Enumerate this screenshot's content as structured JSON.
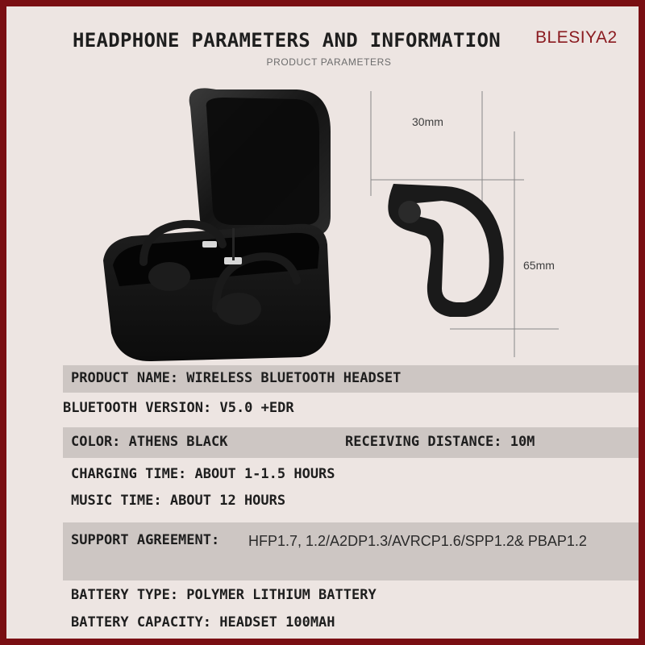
{
  "watermark": "BLESIYA2",
  "header": {
    "title": "HEADPHONE PARAMETERS AND INFORMATION",
    "subtitle": "PRODUCT PARAMETERS"
  },
  "dimensions": {
    "width": "30mm",
    "height": "65mm"
  },
  "specs": {
    "product_name": {
      "label": "PRODUCT NAME:",
      "value": "WIRELESS BLUETOOTH HEADSET"
    },
    "bluetooth_version": {
      "label": "BLUETOOTH VERSION:",
      "value": "V5.0 +EDR"
    },
    "color": {
      "label": "COLOR:",
      "value": "ATHENS BLACK"
    },
    "receiving_distance": {
      "label": "RECEIVING DISTANCE:",
      "value": "10M"
    },
    "charging_time": {
      "label": "CHARGING TIME:",
      "value": "ABOUT 1-1.5 HOURS"
    },
    "music_time": {
      "label": "MUSIC TIME:",
      "value": "ABOUT 12 HOURS"
    },
    "support_agreement": {
      "label": "SUPPORT AGREEMENT:",
      "value": "HFP1.7, 1.2/A2DP1.3/AVRCP1.6/SPP1.2& PBAP1.2"
    },
    "battery_type": {
      "label": "BATTERY TYPE:",
      "value": "POLYMER LITHIUM BATTERY"
    },
    "battery_capacity": {
      "label": "BATTERY CAPACITY:",
      "value": "HEADSET 100MAH"
    }
  }
}
